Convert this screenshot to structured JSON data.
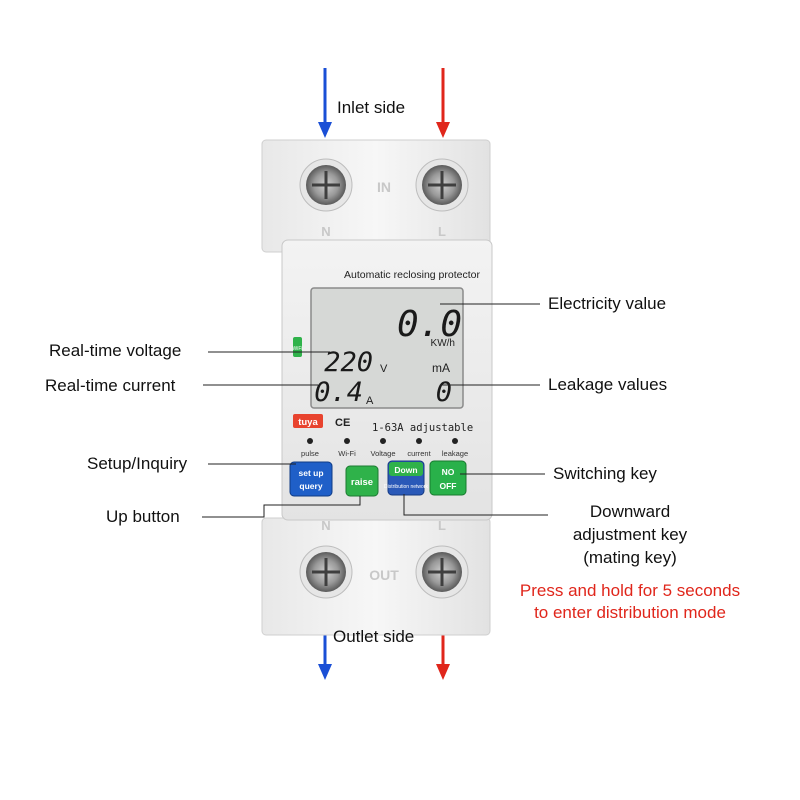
{
  "labels": {
    "inlet_side": "Inlet side",
    "outlet_side": "Outlet side",
    "electricity_value": "Electricity value",
    "leakage_values": "Leakage values",
    "realtime_voltage": "Real-time voltage",
    "realtime_current": "Real-time current",
    "setup_inquiry": "Setup/Inquiry",
    "up_button": "Up button",
    "switching_key": "Switching key",
    "downward_key_line1": "Downward",
    "downward_key_line2": "adjustment key",
    "downward_key_line3": "(mating key)",
    "note_line1": "Press and hold for 5 seconds",
    "note_line2": "to enter distribution mode"
  },
  "device": {
    "title": "Automatic reclosing protector",
    "in_mark": "IN",
    "out_mark": "OUT",
    "n_mark": "N",
    "l_mark": "L",
    "brand": "tuya",
    "ce_mark": "CE",
    "rating": "1-63A adjustable",
    "wifi_mark": "WiFi",
    "indicators": [
      "pulse",
      "Wi-Fi",
      "Voltage",
      "current",
      "leakage"
    ],
    "buttons": {
      "setup_top": "set up",
      "setup_bottom": "query",
      "raise": "raise",
      "down_top": "Down",
      "down_bottom": "Distribution network",
      "switch_top": "NO",
      "switch_bottom": "OFF"
    }
  },
  "lcd": {
    "energy_value": "0.0",
    "energy_unit": "KW/h",
    "voltage_value": "220",
    "voltage_unit": "V",
    "leakage_unit": "mA",
    "current_value": "0.4",
    "current_unit": "A",
    "leakage_value": "0"
  },
  "colors": {
    "neutral_arrow": "#1a4fd6",
    "live_arrow": "#e0261b",
    "lcd_bg": "#d6d8d6",
    "setup_button": "#1f5fc8",
    "raise_button": "#2fb24a",
    "down_button": "#2a59b8",
    "switch_button": "#29b14a"
  }
}
